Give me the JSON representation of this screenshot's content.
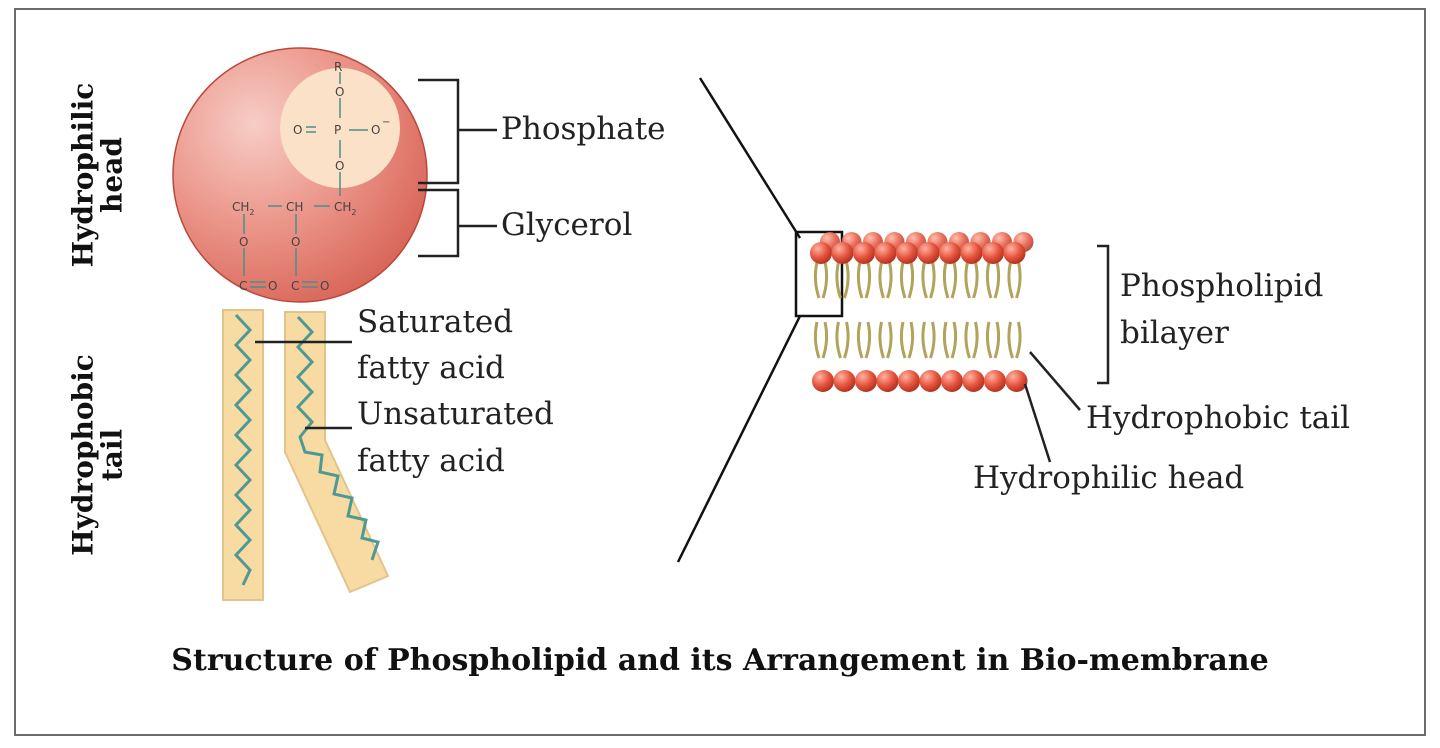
{
  "labels": {
    "phosphate": "Phosphate",
    "glycerol": "Glycerol",
    "saturated_line1": "Saturated",
    "saturated_line2": "fatty acid",
    "unsaturated_line1": "Unsaturated",
    "unsaturated_line2": "fatty acid",
    "bilayer_line1": "Phospholipid",
    "bilayer_line2": "bilayer",
    "hydrophobic_tail": "Hydrophobic tail",
    "hydrophilic_head": "Hydrophilic head"
  },
  "side_labels": {
    "head_line1": "Hydrophilic",
    "head_line2": "head",
    "tail_line1": "Hydrophobic",
    "tail_line2": "tail"
  },
  "chemistry": {
    "r": "R",
    "o_top": "O",
    "o_left": "O",
    "p": "P",
    "o_right": "O",
    "o_minus": "−",
    "o_bottom": "O",
    "ch2_left": "CH",
    "ch2_left_sub": "2",
    "ch": "CH",
    "ch2_right": "CH",
    "ch2_right_sub": "2",
    "o_ester1": "O",
    "o_ester2": "O",
    "c1": "C",
    "o_carbonyl1": "O",
    "c2": "C",
    "o_carbonyl2": "O"
  },
  "caption": "Structure of Phospholipid and its Arrangement in Bio-membrane",
  "colors": {
    "head": "#e8877a",
    "phosphate_circle": "#fbe1c8",
    "tail_fill": "#f7dba3",
    "zigzag": "#4d9a95",
    "bead": "#e5553f",
    "bilayer_tail": "#b2a35a"
  }
}
